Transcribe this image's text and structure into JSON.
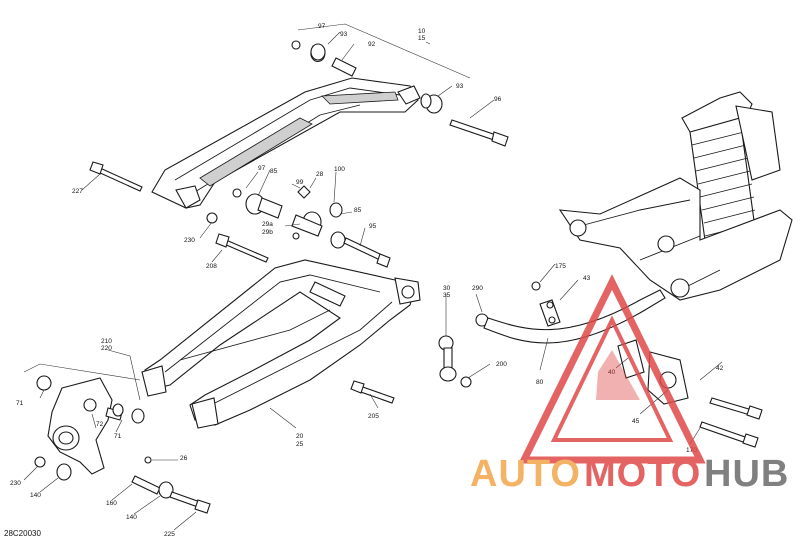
{
  "diagram": {
    "ref_code": "28C20030",
    "callouts": [
      {
        "id": "c97a",
        "text": "97"
      },
      {
        "id": "c93a",
        "text": "93"
      },
      {
        "id": "c92",
        "text": "92"
      },
      {
        "id": "c10",
        "text": "10"
      },
      {
        "id": "c15",
        "text": "15"
      },
      {
        "id": "c93b",
        "text": "93"
      },
      {
        "id": "c96",
        "text": "96"
      },
      {
        "id": "c227",
        "text": "227"
      },
      {
        "id": "c97b",
        "text": "97"
      },
      {
        "id": "c85a",
        "text": "85"
      },
      {
        "id": "c99",
        "text": "99"
      },
      {
        "id": "c28",
        "text": "28"
      },
      {
        "id": "c100",
        "text": "100"
      },
      {
        "id": "c85b",
        "text": "85"
      },
      {
        "id": "c29a",
        "text": "29a"
      },
      {
        "id": "c29b",
        "text": "29b"
      },
      {
        "id": "c95",
        "text": "95"
      },
      {
        "id": "c230a",
        "text": "230"
      },
      {
        "id": "c208",
        "text": "208"
      },
      {
        "id": "c175",
        "text": "175"
      },
      {
        "id": "c43",
        "text": "43"
      },
      {
        "id": "c30",
        "text": "30"
      },
      {
        "id": "c35",
        "text": "35"
      },
      {
        "id": "c290",
        "text": "290"
      },
      {
        "id": "c210",
        "text": "210"
      },
      {
        "id": "c220",
        "text": "220"
      },
      {
        "id": "c200",
        "text": "200"
      },
      {
        "id": "c80",
        "text": "80"
      },
      {
        "id": "c40",
        "text": "40"
      },
      {
        "id": "c42",
        "text": "42"
      },
      {
        "id": "c71a",
        "text": "71"
      },
      {
        "id": "c205",
        "text": "205"
      },
      {
        "id": "c72",
        "text": "72"
      },
      {
        "id": "c71b",
        "text": "71"
      },
      {
        "id": "c45",
        "text": "45"
      },
      {
        "id": "c20",
        "text": "20"
      },
      {
        "id": "c25",
        "text": "25"
      },
      {
        "id": "c26",
        "text": "26"
      },
      {
        "id": "c170",
        "text": "170"
      },
      {
        "id": "c230b",
        "text": "230"
      },
      {
        "id": "c140a",
        "text": "140"
      },
      {
        "id": "c160",
        "text": "160"
      },
      {
        "id": "c140b",
        "text": "140"
      },
      {
        "id": "c225",
        "text": "225"
      }
    ]
  },
  "watermark": {
    "word_part1": "AUTO",
    "word_part2": "MOTO",
    "word_part3": "HUB",
    "color_orange": "#f2a54a",
    "color_red": "#e04848",
    "color_gray": "#6b6b6b"
  }
}
